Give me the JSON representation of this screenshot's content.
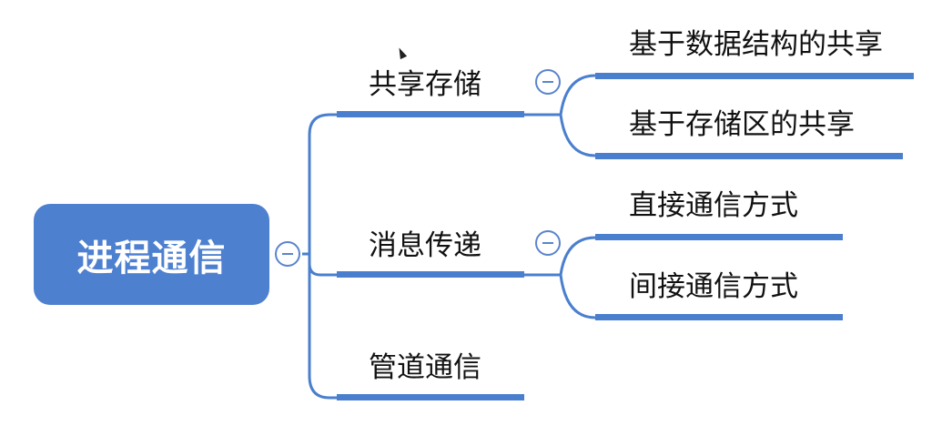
{
  "mindmap": {
    "root": {
      "label": "进程通信"
    },
    "branches": [
      {
        "label": "共享存储",
        "children": [
          {
            "label": "基于数据结构的共享"
          },
          {
            "label": "基于存储区的共享"
          }
        ]
      },
      {
        "label": "消息传递",
        "children": [
          {
            "label": "直接通信方式"
          },
          {
            "label": "间接通信方式"
          }
        ]
      },
      {
        "label": "管道通信",
        "children": []
      }
    ]
  },
  "colors": {
    "accent": "#4e80d0",
    "line": "#4a7fce",
    "text": "#111111"
  }
}
